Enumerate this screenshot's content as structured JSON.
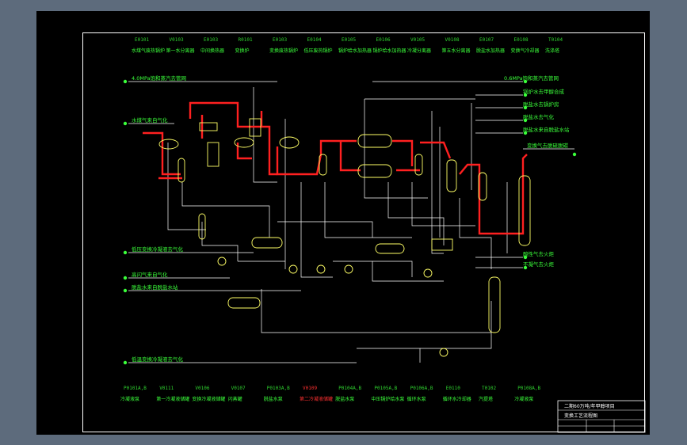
{
  "top_equipment": [
    {
      "tag": "E0101",
      "name": "水煤气废热锅炉"
    },
    {
      "tag": "V0103",
      "name": "第一水分离器"
    },
    {
      "tag": "E0103",
      "name": "中间换热器"
    },
    {
      "tag": "R0101",
      "name": "变换炉"
    },
    {
      "tag": "E0103",
      "name": "变换废热锅炉"
    },
    {
      "tag": "E0104",
      "name": "低压废热锅炉"
    },
    {
      "tag": "E0105",
      "name": "锅炉给水加热器"
    },
    {
      "tag": "E0106",
      "name": "锅炉给水加热器"
    },
    {
      "tag": "V0105",
      "name": "冷凝分离器"
    },
    {
      "tag": "V0108",
      "name": "第五水分离器"
    },
    {
      "tag": "E0107",
      "name": "脱盐水加热器"
    },
    {
      "tag": "E0108",
      "name": "变换气冷却器"
    },
    {
      "tag": "T0104",
      "name": "洗涤塔"
    }
  ],
  "bottom_equipment": [
    {
      "tag": "P0101A,B",
      "name": "冷凝液泵"
    },
    {
      "tag": "V0111",
      "name": "第一冷凝液储罐"
    },
    {
      "tag": "V0106",
      "name": "变换冷凝液储罐"
    },
    {
      "tag": "V0107",
      "name": "闪蒸罐"
    },
    {
      "tag": "P0103A,B",
      "name": "脱盐水泵"
    },
    {
      "tag": "V0109",
      "name": "第二冷凝液储罐"
    },
    {
      "tag": "P0104A,B",
      "name": "脱盐水泵"
    },
    {
      "tag": "P0105A,B",
      "name": "中压锅炉给水泵"
    },
    {
      "tag": "P0106A,B",
      "name": "循环水泵"
    },
    {
      "tag": "E0110",
      "name": "循环水冷却器"
    },
    {
      "tag": "T0102",
      "name": "汽提塔"
    },
    {
      "tag": "P0108A,B",
      "name": "冷凝液泵"
    }
  ],
  "left_lines": [
    "4.0MPa饱和蒸汽去管网",
    "水煤气来自气化",
    "低压变换冷凝液去气化",
    "高闪气来自气化",
    "脱盐水来自脱盐水站",
    "低温变换冷凝液去气化"
  ],
  "right_lines": [
    "0.6MPa饱和蒸汽去管网",
    "锅炉水去甲醇合成",
    "脱盐水去锅炉房",
    "脱盐水去气化",
    "脱盐水来自脱盐水站",
    "变换气去脱硫脱碳",
    "酸性气去火炬",
    "不凝气去火炬"
  ],
  "title_block": {
    "line1": "二期60万吨/年甲醇项目",
    "line2": "变换工艺流程图"
  },
  "colors": {
    "process": "#ffffff",
    "hot": "#ff2020",
    "label": "#3aff3a",
    "equipment": "#ffff66"
  }
}
